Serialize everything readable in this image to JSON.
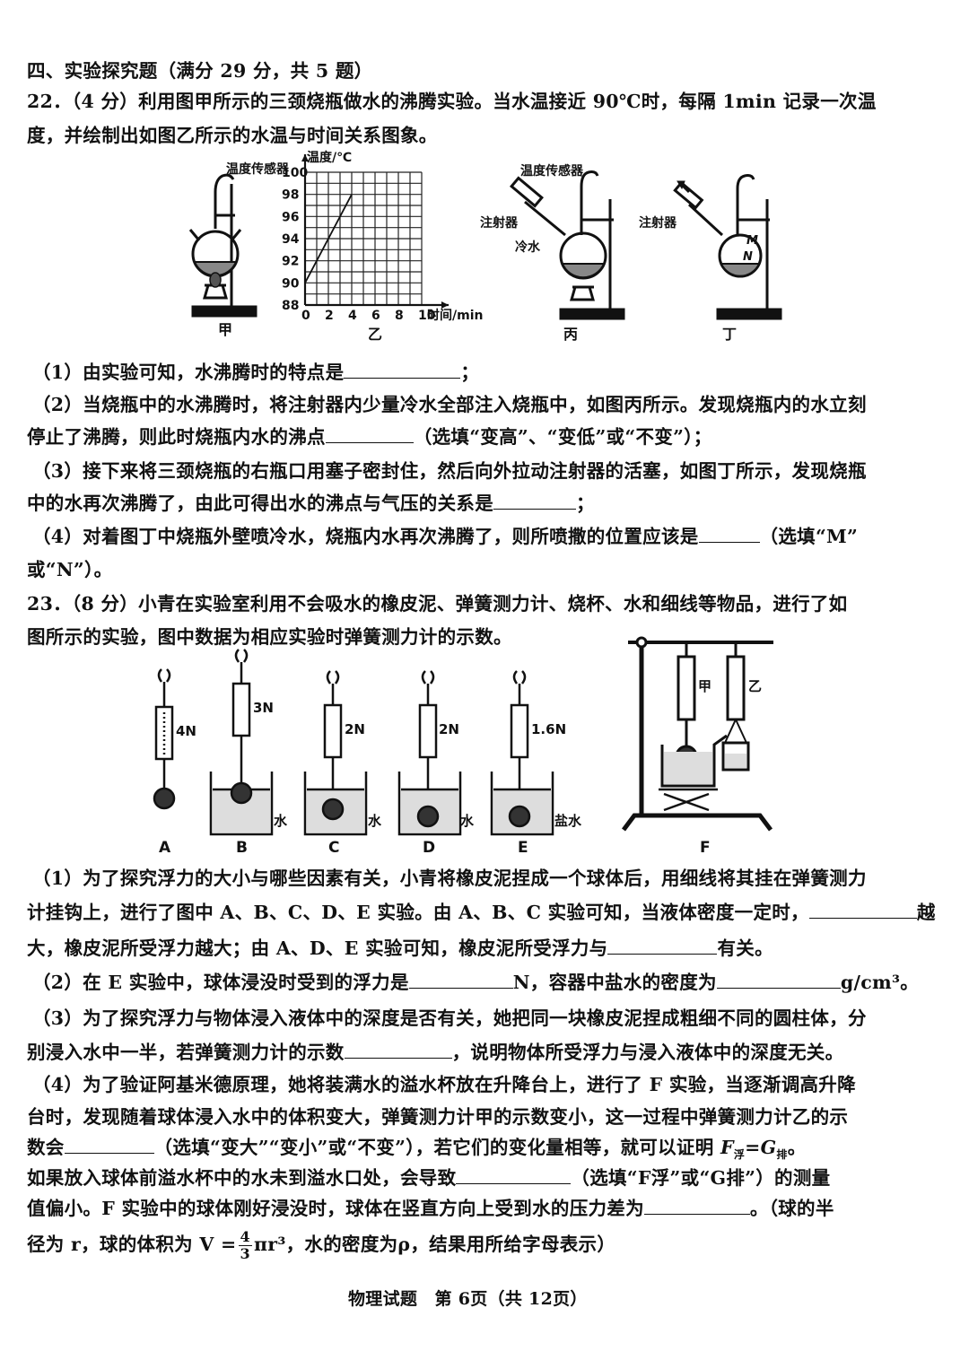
{
  "section_title": "四、实验探究题（满分 29 分，共 5 题）",
  "q22": {
    "line1": "22．（4 分）利用图甲所示的三颈烧瓶做水的沸腾实验。当水温接近 90℃时，每隔 1min 记录一次温",
    "line2": "度，并绘制出如图乙所示的水温与时间关系图象。",
    "fig_labels": {
      "jia": "甲",
      "yi": "乙",
      "bing": "丙",
      "ding": "丁",
      "sensor": "温度传感器",
      "injector": "注射器",
      "cold_water": "冷水",
      "M": "M",
      "N": "N"
    },
    "p1": "（1）由实验可知，水沸腾时的特点是",
    "p1_end": "；",
    "p2a": "（2）当烧瓶中的水沸腾时，将注射器内少量冷水全部注入烧瓶中，如图丙所示。发现烧瓶内的水立刻",
    "p2b": "停止了沸腾，则此时烧瓶内水的沸点",
    "p2b_end": "（选填“变高”、“变低”或“不变”）；",
    "p3a": "（3）接下来将三颈烧瓶的右瓶口用塞子密封住，然后向外拉动注射器的活塞，如图丁所示，发现烧瓶",
    "p3b": "中的水再次沸腾了，由此可得出水的沸点与气压的关系是",
    "p3b_end": "；",
    "p4a": "（4）对着图丁中烧瓶外壁喷冷水，烧瓶内水再次沸腾了，则所喷撒的位置应该是",
    "p4a_end": "（选填“M”",
    "p4b": "或“N”）。"
  },
  "chart_data": {
    "type": "line",
    "title": "",
    "ylabel": "温度/℃",
    "xlabel": "时间/min",
    "x_ticks": [
      "0",
      "2",
      "4",
      "6",
      "8",
      "10"
    ],
    "y_ticks": [
      "88",
      "90",
      "92",
      "94",
      "96",
      "98",
      "100"
    ],
    "xlim": [
      0,
      10
    ],
    "ylim": [
      88,
      100
    ],
    "grid": true,
    "series": [
      {
        "x": [
          0,
          4
        ],
        "y": [
          90,
          98
        ]
      }
    ]
  },
  "q23": {
    "line1": "23．（8 分）小青在实验室利用不会吸水的橡皮泥、弹簧测力计、烧杯、水和细线等物品，进行了如",
    "line2": "图所示的实验，图中数据为相应实验时弹簧测力计的示数。",
    "readings": [
      "4N",
      "3N",
      "2N",
      "2N",
      "1.6N"
    ],
    "liquids": [
      "水",
      "水",
      "水",
      "盐水"
    ],
    "fig_letters": [
      "A",
      "B",
      "C",
      "D",
      "E",
      "F"
    ],
    "f_labels": [
      "甲",
      "乙"
    ],
    "p1a": "（1）为了探究浮力的大小与哪些因素有关，小青将橡皮泥捏成一个球体后，用细线将其挂在弹簧测力",
    "p1b": "计挂钩上，进行了图中 A、B、C、D、E 实验。由 A、B、C 实验可知，当液体密度一定时，",
    "p1b_end": "越",
    "p1c": "大，橡皮泥所受浮力越大；由 A、D、E 实验可知，橡皮泥所受浮力与",
    "p1c_end": "有关。",
    "p2": "（2）在 E 实验中，球体浸没时受到的浮力是",
    "p2_mid": "N，容器中盐水的密度为",
    "p2_end": "g/cm³。",
    "p3a": "（3）为了探究浮力与物体浸入液体中的深度是否有关，她把同一块橡皮泥捏成粗细不同的圆柱体，分",
    "p3b": "别浸入水中一半，若弹簧测力计的示数",
    "p3b_end": "，说明物体所受浮力与浸入液体中的深度无关。",
    "p4a": "（4）为了验证阿基米德原理，她将装满水的溢水杯放在升降台上，进行了 F 实验，当逐渐调高升降",
    "p4b": "台时，发现随着球体浸入水中的体积变大，弹簧测力计甲的示数变小，这一过程中弹簧测力计乙的示",
    "p4c": "数会",
    "p4c_mid": "（选填“变大”“变小”或“不变”），若它们的变化量相等，就可以证明 ",
    "p4c_f": "F",
    "p4c_fsub": "浮",
    "p4c_eq": "=",
    "p4c_g": "G",
    "p4c_gsub": "排",
    "p4c_end": "。",
    "p4d": "如果放入球体前溢水杯中的水未到溢水口处，会导致",
    "p4d_mid": "（选填“F浮”或“G排”）的测量",
    "p4e": "值偏小。F 实验中的球体刚好浸没时，球体在竖直方向上受到水的压力差为",
    "p4e_end": "。（球的半",
    "p4f_a": "径为 r，球的体积为 V =",
    "frac_num": "4",
    "frac_den": "3",
    "p4f_b": "πr³，水的密度为ρ，结果用所给字母表示）"
  },
  "footer": "物理试题　第 6页（共 12页）"
}
